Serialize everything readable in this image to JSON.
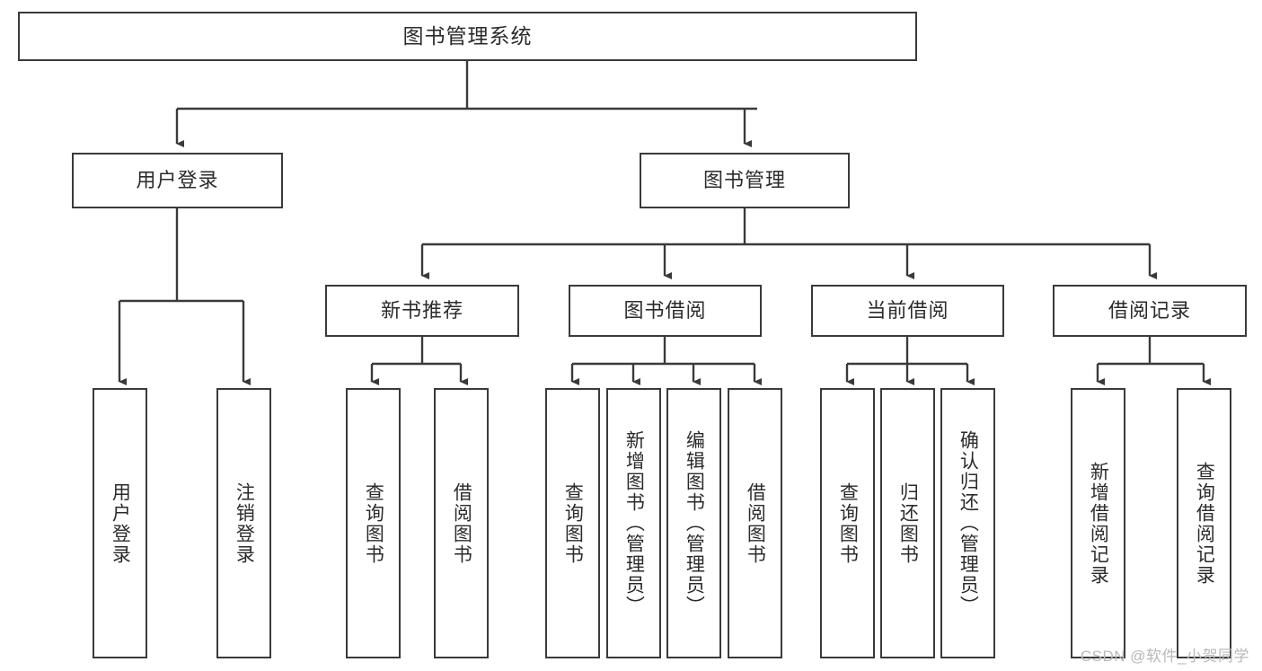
{
  "diagram": {
    "title": "图书管理系统",
    "watermark": "CSDN @软件_小贺同学",
    "colors": {
      "stroke": "#3a3a3a",
      "text": "#2b2b2b",
      "background": "#ffffff",
      "watermark": "#b9b9b9"
    },
    "root": {
      "label": "图书管理系统"
    },
    "level2": [
      {
        "label": "用户登录"
      },
      {
        "label": "图书管理"
      }
    ],
    "level3": [
      {
        "label": "新书推荐"
      },
      {
        "label": "图书借阅"
      },
      {
        "label": "当前借阅"
      },
      {
        "label": "借阅记录"
      }
    ],
    "leaves": {
      "user_login": [
        {
          "label": "用户登录"
        },
        {
          "label": "注销登录"
        }
      ],
      "new_book_recommend": [
        {
          "label": "查询图书"
        },
        {
          "label": "借阅图书"
        }
      ],
      "book_borrow": [
        {
          "label": "查询图书"
        },
        {
          "label": "新增图书（管理员）"
        },
        {
          "label": "编辑图书（管理员）"
        },
        {
          "label": "借阅图书"
        }
      ],
      "current_borrow": [
        {
          "label": "查询图书"
        },
        {
          "label": "归还图书"
        },
        {
          "label": "确认归还（管理员）"
        }
      ],
      "borrow_record": [
        {
          "label": "新增借阅记录"
        },
        {
          "label": "查询借阅记录"
        }
      ]
    }
  }
}
